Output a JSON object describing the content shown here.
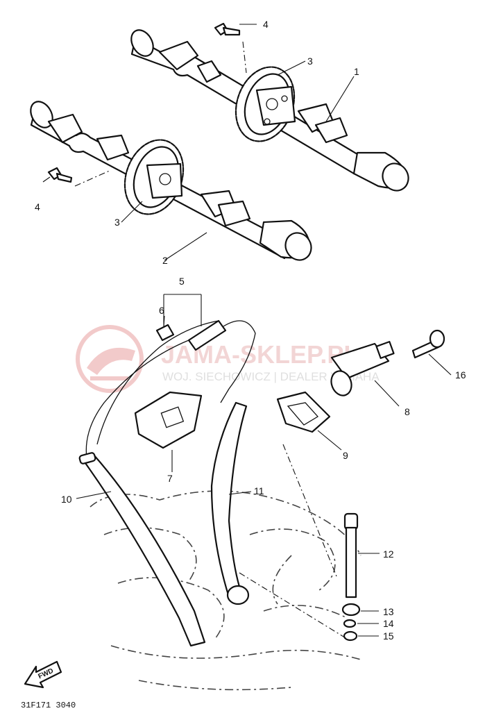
{
  "callouts": {
    "c1": "1",
    "c2": "2",
    "c3a": "3",
    "c3b": "3",
    "c4a": "4",
    "c4b": "4",
    "c5": "5",
    "c6": "6",
    "c7": "7",
    "c8": "8",
    "c9": "9",
    "c10": "10",
    "c11": "11",
    "c12": "12",
    "c13": "13",
    "c14": "14",
    "c15": "15",
    "c16": "16"
  },
  "watermark": {
    "brand": "JAMA-SKLEP.PL",
    "subline": "WOJ. SIECHOWICZ | DEALER YAMAHA"
  },
  "front_marker": "FWD",
  "diagram_code": "31F171 3040",
  "colors": {
    "ink": "#111111",
    "watermark": "#e8b4b4"
  }
}
